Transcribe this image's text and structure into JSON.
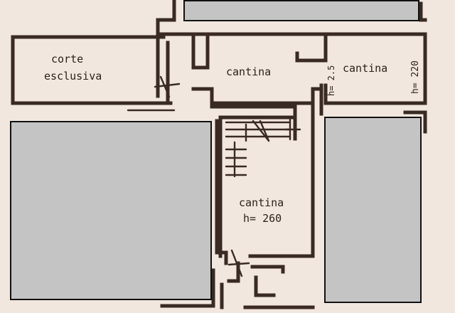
{
  "rooms": {
    "corte_line1": "corte",
    "corte_line2": "esclusiva",
    "cantina_center": "cantina",
    "cantina_right": "cantina",
    "cantina_right_h": "h= 220",
    "cantina_mid_h": "h= 2.5",
    "cantina_bottom": "cantina",
    "cantina_bottom_h": "h= 260"
  },
  "colors": {
    "paper": "#f1e7de",
    "ink": "#3a2a24",
    "redaction": "#c4c4c4"
  }
}
